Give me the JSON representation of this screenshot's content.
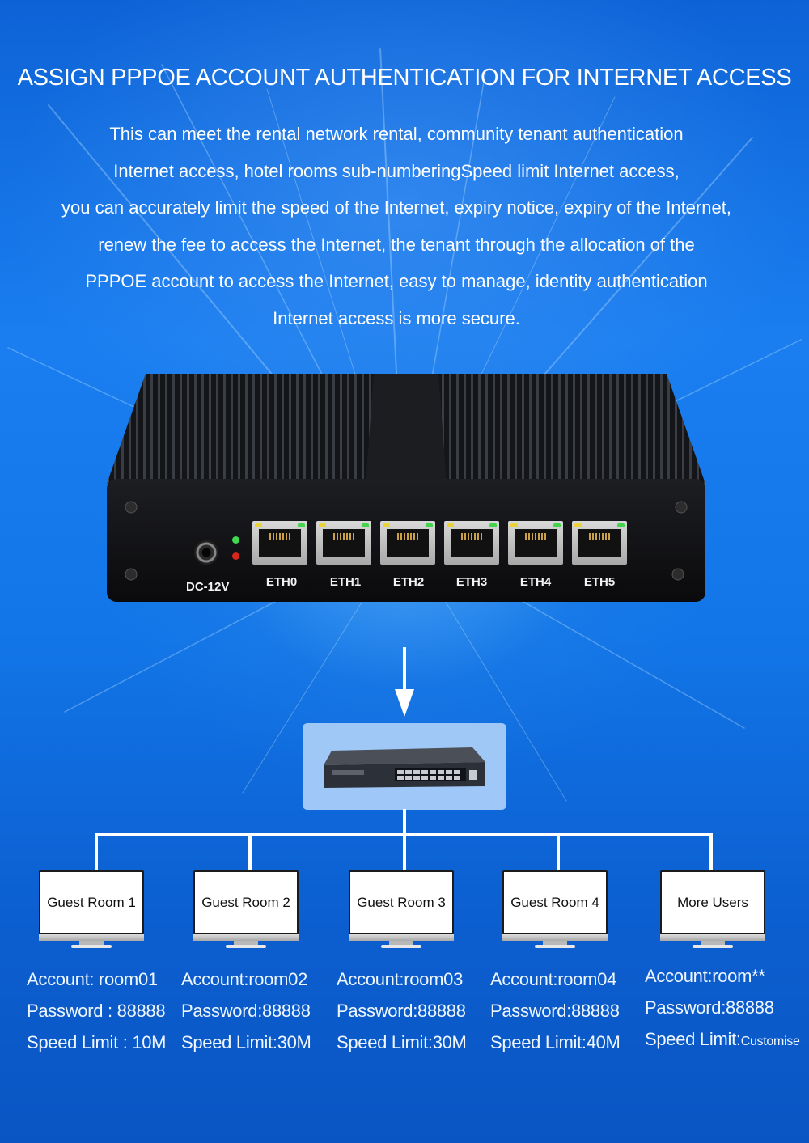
{
  "title": "ASSIGN PPPOE ACCOUNT AUTHENTICATION FOR INTERNET ACCESS",
  "description_lines": [
    "This can meet the rental network rental, community tenant authentication",
    "Internet access, hotel rooms sub-numberingSpeed limit Internet access,",
    "you can accurately limit the speed of the Internet, expiry notice, expiry of the Internet,",
    "renew the fee to access the Internet, the tenant through the allocation of the",
    "PPPOE account to access the Internet, easy to manage, identity authentication",
    "Internet access is more secure."
  ],
  "device": {
    "power_label": "DC-12V",
    "ports": [
      "ETH0",
      "ETH1",
      "ETH2",
      "ETH3",
      "ETH4",
      "ETH5"
    ]
  },
  "rooms": [
    {
      "name": "Guest Room 1",
      "account": "Account: room01",
      "password": "Password : 88888",
      "speed": "Speed Limit : 10M",
      "speed_suffix": ""
    },
    {
      "name": "Guest Room 2",
      "account": "Account:room02",
      "password": "Password:88888",
      "speed": "Speed Limit:30M",
      "speed_suffix": ""
    },
    {
      "name": "Guest Room 3",
      "account": "Account:room03",
      "password": "Password:88888",
      "speed": "Speed Limit:30M",
      "speed_suffix": ""
    },
    {
      "name": "Guest Room 4",
      "account": "Account:room04",
      "password": "Password:88888",
      "speed": "Speed Limit:40M",
      "speed_suffix": ""
    },
    {
      "name": "More Users",
      "account": "Account:room**",
      "password": "Password:88888",
      "speed": "Speed Limit:",
      "speed_suffix": "Customise"
    }
  ],
  "colors": {
    "background": "#1276e8",
    "connector": "#ffffff",
    "switch_box": "#afd2fa"
  }
}
